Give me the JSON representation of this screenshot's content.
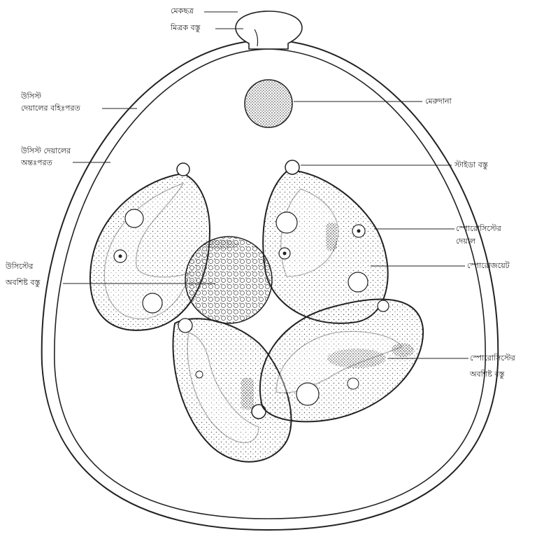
{
  "labels": {
    "micropyle": "মেকছত্র",
    "micropyle_plug": "মিত্রক বস্তু",
    "outer_wall_1": "উসিস্ট",
    "outer_wall_2": "দেয়ালের বহিঃপরত",
    "inner_wall_1": "উসিস্ট দেয়ালের",
    "inner_wall_2": "অন্তঃপরত",
    "polar_granule": "মেরুদানা",
    "stieda_body": "স্টাইডা বস্তু",
    "sporocyst_wall_1": "স্পোরোসিস্টের",
    "sporocyst_wall_2": "দেয়াল",
    "sporozoite": "স্পোরোজয়েট",
    "oocyst_residual_1": "উসিস্টের",
    "oocyst_residual_2": "অবশিষ্ট বস্তু",
    "sporocyst_residual_1": "স্পোরোসিস্টের",
    "sporocyst_residual_2": "অবশিষ্ট বস্তু"
  },
  "colors": {
    "ink": "#222222",
    "stipple": "#555555",
    "background": "#ffffff"
  }
}
